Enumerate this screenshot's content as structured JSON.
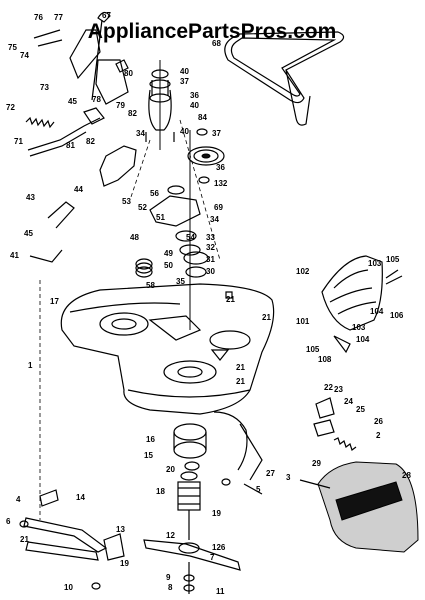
{
  "watermark": "AppliancePartsPros.com",
  "callouts": [
    "76",
    "77",
    "67",
    "75",
    "74",
    "80",
    "73",
    "78",
    "79",
    "82",
    "72",
    "45",
    "81",
    "82",
    "71",
    "44",
    "43",
    "45",
    "41",
    "40",
    "37",
    "36",
    "40",
    "84",
    "34",
    "40",
    "37",
    "36",
    "132",
    "56",
    "69",
    "53",
    "52",
    "51",
    "34",
    "33",
    "48",
    "32",
    "49",
    "54",
    "50",
    "31",
    "30",
    "58",
    "35",
    "21",
    "17",
    "21",
    "68",
    "102",
    "103",
    "105",
    "101",
    "104",
    "106",
    "103",
    "105",
    "108",
    "104",
    "1",
    "21",
    "21",
    "22",
    "23",
    "24",
    "25",
    "26",
    "2",
    "16",
    "15",
    "20",
    "27",
    "28",
    "29",
    "3",
    "4",
    "14",
    "18",
    "19",
    "5",
    "6",
    "21",
    "13",
    "12",
    "126",
    "7",
    "19",
    "10",
    "9",
    "8",
    "11"
  ]
}
